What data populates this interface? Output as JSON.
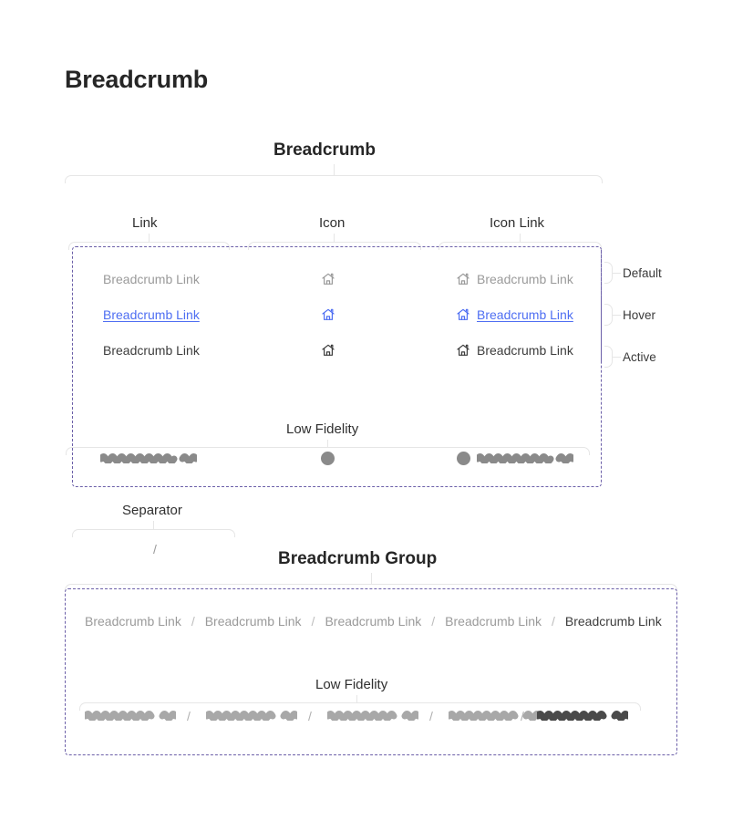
{
  "page": {
    "title": "Breadcrumb"
  },
  "sections": {
    "breadcrumb": {
      "title": "Breadcrumb",
      "variants": [
        {
          "label": "Link"
        },
        {
          "label": "Icon"
        },
        {
          "label": "Icon Link"
        }
      ],
      "states": [
        {
          "label": "Default"
        },
        {
          "label": "Hover"
        },
        {
          "label": "Active"
        }
      ],
      "link_text": "Breadcrumb Link",
      "icon": "home-icon",
      "low_fidelity": {
        "label": "Low Fidelity"
      }
    },
    "separator": {
      "label": "Separator",
      "symbol": "/"
    },
    "group": {
      "title": "Breadcrumb Group",
      "items": [
        {
          "label": "Breadcrumb Link",
          "state": "default"
        },
        {
          "label": "Breadcrumb Link",
          "state": "default"
        },
        {
          "label": "Breadcrumb Link",
          "state": "default"
        },
        {
          "label": "Breadcrumb Link",
          "state": "default"
        },
        {
          "label": "Breadcrumb Link",
          "state": "active"
        }
      ],
      "separator": "/",
      "low_fidelity": {
        "label": "Low Fidelity",
        "separator": "/"
      }
    }
  },
  "colors": {
    "default_text": "#9a9a9a",
    "hover_text": "#4e6ef2",
    "active_text": "#3c3c3c",
    "dashed_border": "#6b5fa8",
    "bracket": "#e6e6e6",
    "lofi_gray": "#8a8a8a"
  }
}
